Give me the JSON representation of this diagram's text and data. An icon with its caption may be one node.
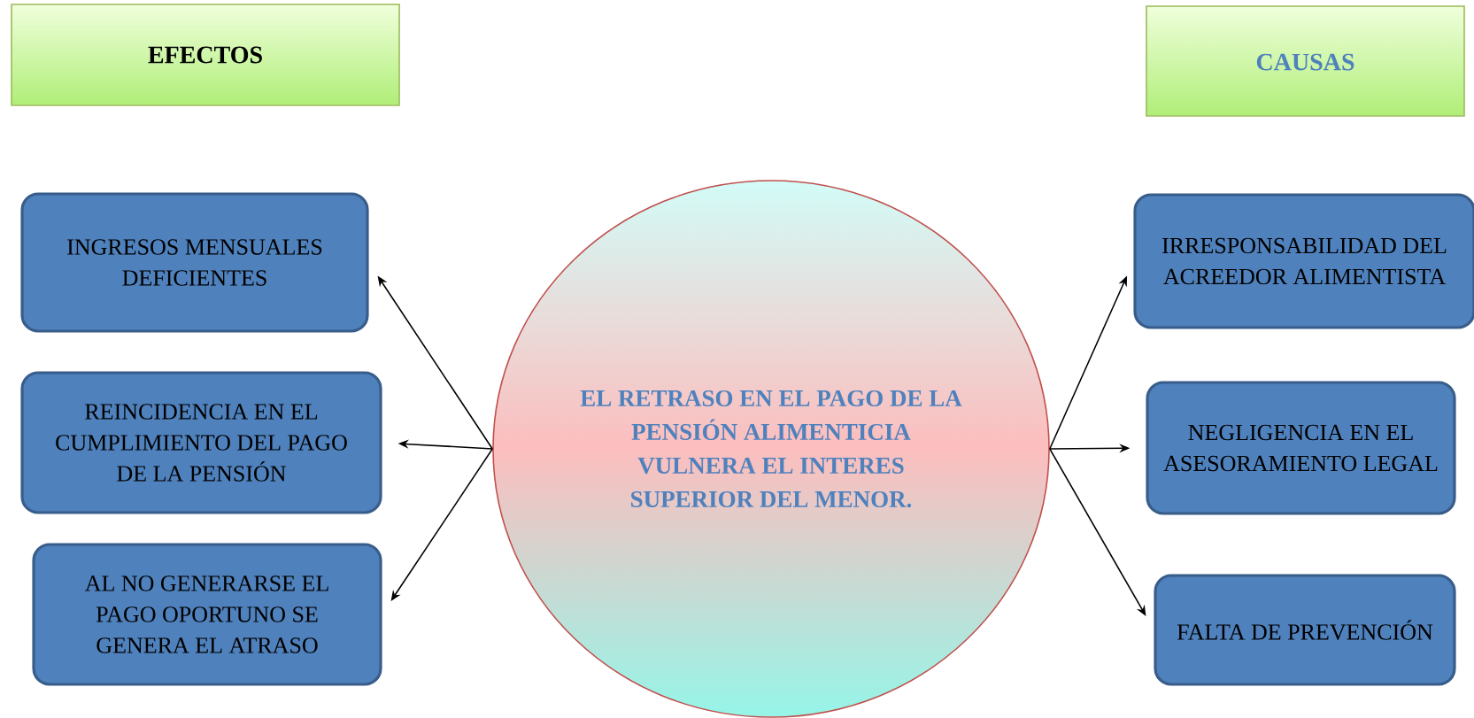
{
  "diagram": {
    "nodes": [
      {
        "text": [
          "EFECTOS"
        ]
      },
      {
        "text": [
          "CAUSAS"
        ]
      },
      {
        "text": [
          "EL RETRASO EN EL PAGO DE LA PENSIÓN ALIMENTICIA VULNERA EL INTERES SUPERIOR DEL MENOR."
        ]
      },
      {
        "text": [
          "INGRESOS MENSUALES DEFICIENTES"
        ]
      },
      {
        "text": [
          "REINCIDENCIA EN EL CUMPLIMIENTO DEL PAGO DE LA PENSIÓN"
        ]
      },
      {
        "text": [
          "AL NO GENERARSE EL PAGO OPORTUNO SE GENERA EL ATRASO"
        ]
      },
      {
        "text": [
          "IRRESPONSABILIDAD DEL ACREEDOR ALIMENTISTA"
        ]
      },
      {
        "text": [
          "NEGLIGENCIA EN EL ASESORAMIENTO LEGAL"
        ]
      },
      {
        "text": [
          "FALTA DE PREVENCIÓN"
        ]
      }
    ],
    "edges": [
      {
        "from": 2,
        "to": 3,
        "arrow": "to"
      },
      {
        "from": 2,
        "to": 4,
        "arrow": "to"
      },
      {
        "from": 2,
        "to": 5,
        "arrow": "to"
      },
      {
        "from": 2,
        "to": 6,
        "arrow": "to"
      },
      {
        "from": 2,
        "to": 7,
        "arrow": "to"
      },
      {
        "from": 2,
        "to": 8,
        "arrow": "to"
      }
    ]
  }
}
